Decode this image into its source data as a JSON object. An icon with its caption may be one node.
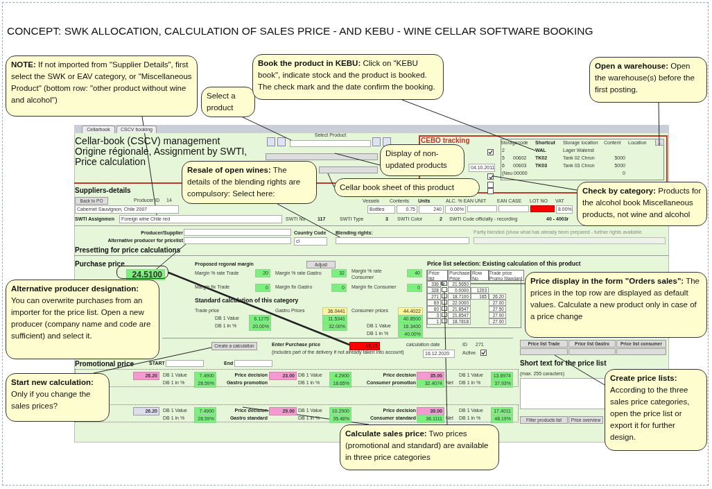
{
  "diagram": {
    "title": "CONCEPT: SWK ALLOCATION, CALCULATION OF SALES PRICE - AND KEBU - WINE CELLAR SOFTWARE BOOKING",
    "nodes": [
      {
        "text": [
          "**NOTE:** If not imported from \"Supplier Details\", first select the SWK or EAV category, or \"Miscellaneous Product\" (bottom row: \"other product without wine and alcohol\")"
        ]
      },
      {
        "text": [
          "Select a product"
        ]
      },
      {
        "text": [
          "**Book the product in KEBU:** Click on \"KEBU book\", indicate stock and the product is booked. The check mark and the date confirm the booking."
        ]
      },
      {
        "text": [
          "**Open a warehouse:** Open the warehouse(s) before the first posting."
        ]
      },
      {
        "text": [
          "Display of non-updated products"
        ]
      },
      {
        "text": [
          "**Resale of open wines:** The details of the blending rights are compulsory: Select here:"
        ]
      },
      {
        "text": [
          "Cellar book sheet of this product"
        ]
      },
      {
        "text": [
          "**Check by category:** Products for the alcohol book Miscellaneous products, not wine and alcohol"
        ]
      },
      {
        "text": [
          "**Alternative producer designation:** You can overwrite purchases from an importer for the price list. Open a new producer (company name and code are sufficient) and select it."
        ]
      },
      {
        "text": [
          "**Price display in the form \"Orders sales\":** The prices in the top row are displayed as default values. Calculate a new product only in case of a price change"
        ]
      },
      {
        "text": [
          "**Start new calculation:** Only if you change the sales prices?"
        ]
      },
      {
        "text": [
          "**Calculate sales price:** Two prices (promotional and standard) are available in three price categories"
        ]
      },
      {
        "text": [
          "**Create price lists:** According to the three sales price categories, open the price list or export it for further design."
        ]
      },
      {
        "text": [],
        "shape": "box"
      },
      {
        "text": [
          "Foreign wine Chile red"
        ]
      },
      {
        "text": [],
        "shape": "box",
        "beside": [
          "Select Product"
        ]
      },
      {
        "text": [
          "WAL"
        ]
      },
      {
        "text": [
          "..."
        ]
      },
      {
        "text": [],
        "shape": "box"
      },
      {
        "text": [],
        "shape": "box"
      },
      {
        "text": [],
        "shape": "box"
      },
      {
        "text": [],
        "shape": "box"
      },
      {
        "text": [],
        "shape": "box"
      },
      {
        "text": [
          "21.5650"
        ]
      },
      {
        "text": [
          "Create a calculation"
        ]
      },
      {
        "text": [
          "Price decision"
        ]
      },
      {
        "text": [],
        "shape": "box"
      },
      {
        "text": [
          "18.71"
        ]
      },
      {
        "text": [
          "Price list Trade"
        ]
      },
      {
        "text": [
          "Price list Gastro"
        ]
      },
      {
        "text": [
          "Price list consumer"
        ]
      },
      {
        "text": [],
        "shape": "box"
      },
      {
        "text": [],
        "shape": "box"
      },
      {
        "text": [
          "Filter products list"
        ]
      },
      {
        "text": [
          "Price overview"
        ]
      },
      {
        "text": [
          "Back to PO"
        ]
      },
      {
        "text": [
          "Adjust"
        ]
      },
      {
        "text": [],
        "shape": "box"
      }
    ],
    "edges": [
      {
        "from": 0,
        "to": 14,
        "arrow": "none"
      },
      {
        "from": 1,
        "to": 15,
        "arrow": "none"
      },
      {
        "from": 2,
        "to": 16,
        "arrow": "none"
      },
      {
        "from": 3,
        "to": 17,
        "arrow": "none"
      },
      {
        "from": 4,
        "to": 18,
        "arrow": "none"
      },
      {
        "from": 5,
        "to": 19,
        "arrow": "none"
      },
      {
        "from": 6,
        "to": 20,
        "arrow": "none"
      },
      {
        "from": 7,
        "to": 21,
        "arrow": "none"
      },
      {
        "from": 8,
        "to": 22,
        "arrow": "none"
      },
      {
        "from": 9,
        "to": 23,
        "arrow": "none"
      },
      {
        "from": 10,
        "to": 24,
        "arrow": "none"
      },
      {
        "from": 11,
        "to": 37,
        "arrow": "none"
      },
      {
        "from": 11,
        "to": 25,
        "arrow": "none"
      },
      {
        "from": 12,
        "to": 26,
        "arrow": "none"
      },
      {
        "from": 13,
        "to": 27,
        "arrow": "none",
        "style": "thick"
      }
    ],
    "labels": [
      "Cellarbook",
      "CSCV booking",
      "Cellar-book (CSCV) management Origine régionale, Assignment by SWTI, Price calculation",
      "CEBO tracking",
      "04.10.2011",
      "Storagecode",
      "Shortcut",
      "Storage location",
      "Content",
      "Location",
      "2",
      "Lager Walenst",
      "5",
      "00602",
      "TK02",
      "Tank 02 Chron",
      "5000",
      "6",
      "00603",
      "TK03",
      "Tank 03 Chron",
      "5000",
      "(Neu 00000",
      "0",
      "Suppliers-details",
      "Producer ID",
      "14",
      "Vessels",
      "Contents",
      "Units",
      "ALC. % EAN UNIT",
      "EAN CASE",
      "LOT NO",
      "VAT",
      "Cabernet Sauvignon, Chile 2007",
      "Bottles",
      "0.75",
      "240",
      "0.00%",
      "8.00%",
      "SWTI Assignmen",
      "SWTI No",
      "117",
      "SWTI Type",
      "3",
      "SWTI Color",
      "2",
      "SWTI Code officially - recording",
      "40 - 4003r",
      "Producer/Supplier",
      "Country Code",
      "Blending rights:",
      "Partly blended (show what has already been prepared - further rights available",
      "Alternative producer for pricelist",
      "cl",
      "Presetting for price calculations",
      "Purchase price",
      "24.5100",
      "Proposed regonal margin",
      "Margin % rate Trade",
      "20",
      "Margin % rate Gastro",
      "32",
      "Margin % rate Consumer",
      "40",
      "Margin fix Trade",
      "0",
      "Margin fix Gastro",
      "0",
      "Margin fix Consumer",
      "0",
      "Standard calculation of this category",
      "Trade price",
      "Gastro Prices",
      "36.0441",
      "Consumer prices",
      "44.4022",
      "DB 1 Value",
      "6.1275",
      "11.5341",
      "40.8500",
      "DB 1 in %",
      "20.00%",
      "32.00%",
      "DB 1 Value",
      "16.3400",
      "DB 1 in %",
      "40.00%",
      "Enter Purchase price",
      "calculation date",
      "ID",
      "271",
      "(includes part of the delivery if not already taken into account)",
      "16.12.2020",
      "Active",
      "Promotional price",
      "START",
      "End",
      "28.20",
      "DB 1 Value",
      "7.4900",
      "DB 1 in %",
      "28.59%",
      "Price decision",
      "Gastro promotion",
      "23.00",
      "DB 1 Value",
      "4.2900",
      "DB 1 in %",
      "18.65%",
      "Price decision",
      "Consumer promotion",
      "35.00",
      "32.4074",
      "Net",
      "DB 1 Value",
      "13.6974",
      "DB 1 in %",
      "37.93%",
      "26.20",
      "DB 1 Value",
      "7.4900",
      "DB 1 in %",
      "28.59%",
      "Gastro standard",
      "29.00",
      "DB 1 Value",
      "10.2900",
      "DB 1 in %",
      "35.48%",
      "Price decision",
      "Consumer standard",
      "39.00",
      "36.1111",
      "Net",
      "DB 1 Value",
      "17.4011",
      "DB 1 in %",
      "48.19%",
      "Price list selection: Existing calculation of this product",
      "Price list **Yes/No**",
      "Purchase Price",
      "Row No",
      "Trade price Promo Standard",
      "336",
      "328",
      "0.0000",
      "1203",
      "271",
      "18.7100",
      "165",
      "26.20",
      "69",
      "22.0000",
      "27.00",
      "60",
      "21.8547",
      "27.50",
      "3",
      "21.8547",
      "27.00",
      "1",
      "18.7818",
      "27.00",
      "Short text for the price list",
      "(max. 255 caracters)"
    ]
  }
}
